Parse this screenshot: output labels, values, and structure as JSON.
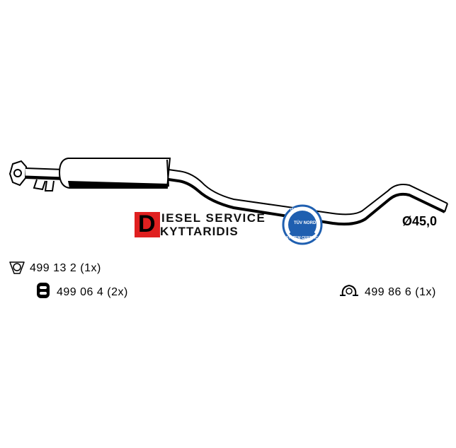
{
  "diagram": {
    "diameter_label": "Ø45,0",
    "parts": [
      {
        "number": "499 13 2",
        "qty": "(1x)",
        "icon": "flange-gasket-icon"
      },
      {
        "number": "499 06 4",
        "qty": "(2x)",
        "icon": "rubber-mount-icon"
      },
      {
        "number": "499 86 6",
        "qty": "(1x)",
        "icon": "exhaust-clamp-icon"
      }
    ]
  },
  "logo": {
    "initial": "D",
    "line1": "IESEL  SERVICE",
    "line2": "KYTTARIDIS",
    "seal_text_top": "ISO 9001",
    "seal_brand": "TÜV NORD",
    "seal_text_bottom": "SYSTEM CERTIFICATION",
    "colors": {
      "red": "#e02020",
      "blue": "#1f5fb0"
    }
  }
}
